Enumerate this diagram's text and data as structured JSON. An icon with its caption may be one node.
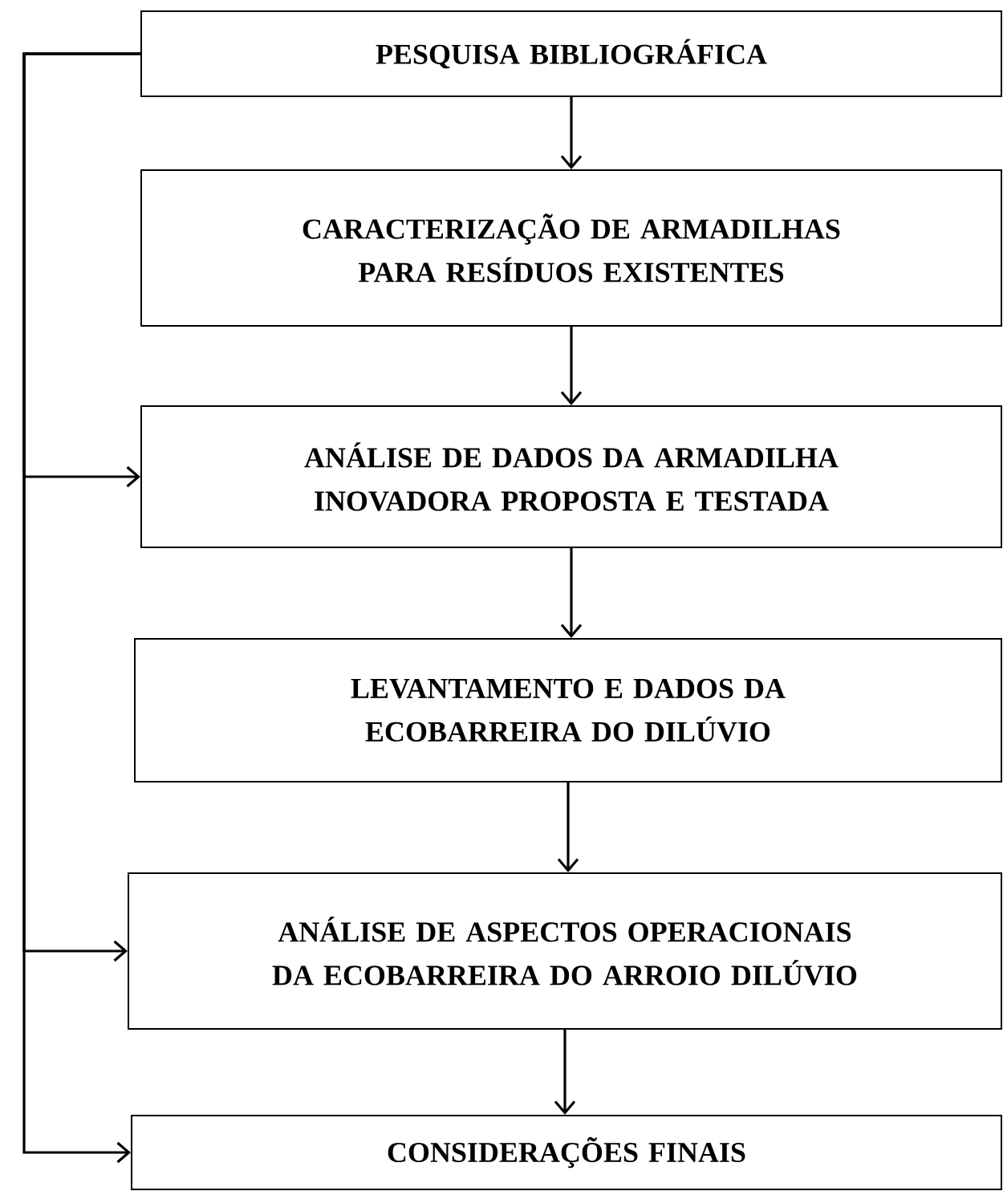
{
  "diagram": {
    "nodes": [
      {
        "text": [
          "PESQUISA BIBLIOGRÁFICA"
        ]
      },
      {
        "text": [
          "CARACTERIZAÇÃO DE ARMADILHAS PARA RESÍDUOS EXISTENTES"
        ]
      },
      {
        "text": [
          "ANÁLISE DE DADOS DA ARMADILHA INOVADORA PROPOSTA E TESTADA"
        ]
      },
      {
        "text": [
          "LEVANTAMENTO E DADOS DA ECOBARREIRA DO DILÚVIO"
        ]
      },
      {
        "text": [
          "ANÁLISE DE ASPECTOS OPERACIONAIS DA ECOBARREIRA DO ARROIO DILÚVIO"
        ]
      },
      {
        "text": [
          "CONSIDERAÇÕES FINAIS"
        ]
      }
    ],
    "edges": [
      {
        "from": 0,
        "to": 1,
        "arrow": "to"
      },
      {
        "from": 1,
        "to": 2,
        "arrow": "to"
      },
      {
        "from": 2,
        "to": 3,
        "arrow": "to"
      },
      {
        "from": 3,
        "to": 4,
        "arrow": "to"
      },
      {
        "from": 4,
        "to": 5,
        "arrow": "to"
      },
      {
        "from": 0,
        "to": 2,
        "arrow": "to"
      },
      {
        "from": 0,
        "to": 4,
        "arrow": "to"
      },
      {
        "from": 0,
        "to": 5,
        "arrow": "to"
      }
    ]
  }
}
